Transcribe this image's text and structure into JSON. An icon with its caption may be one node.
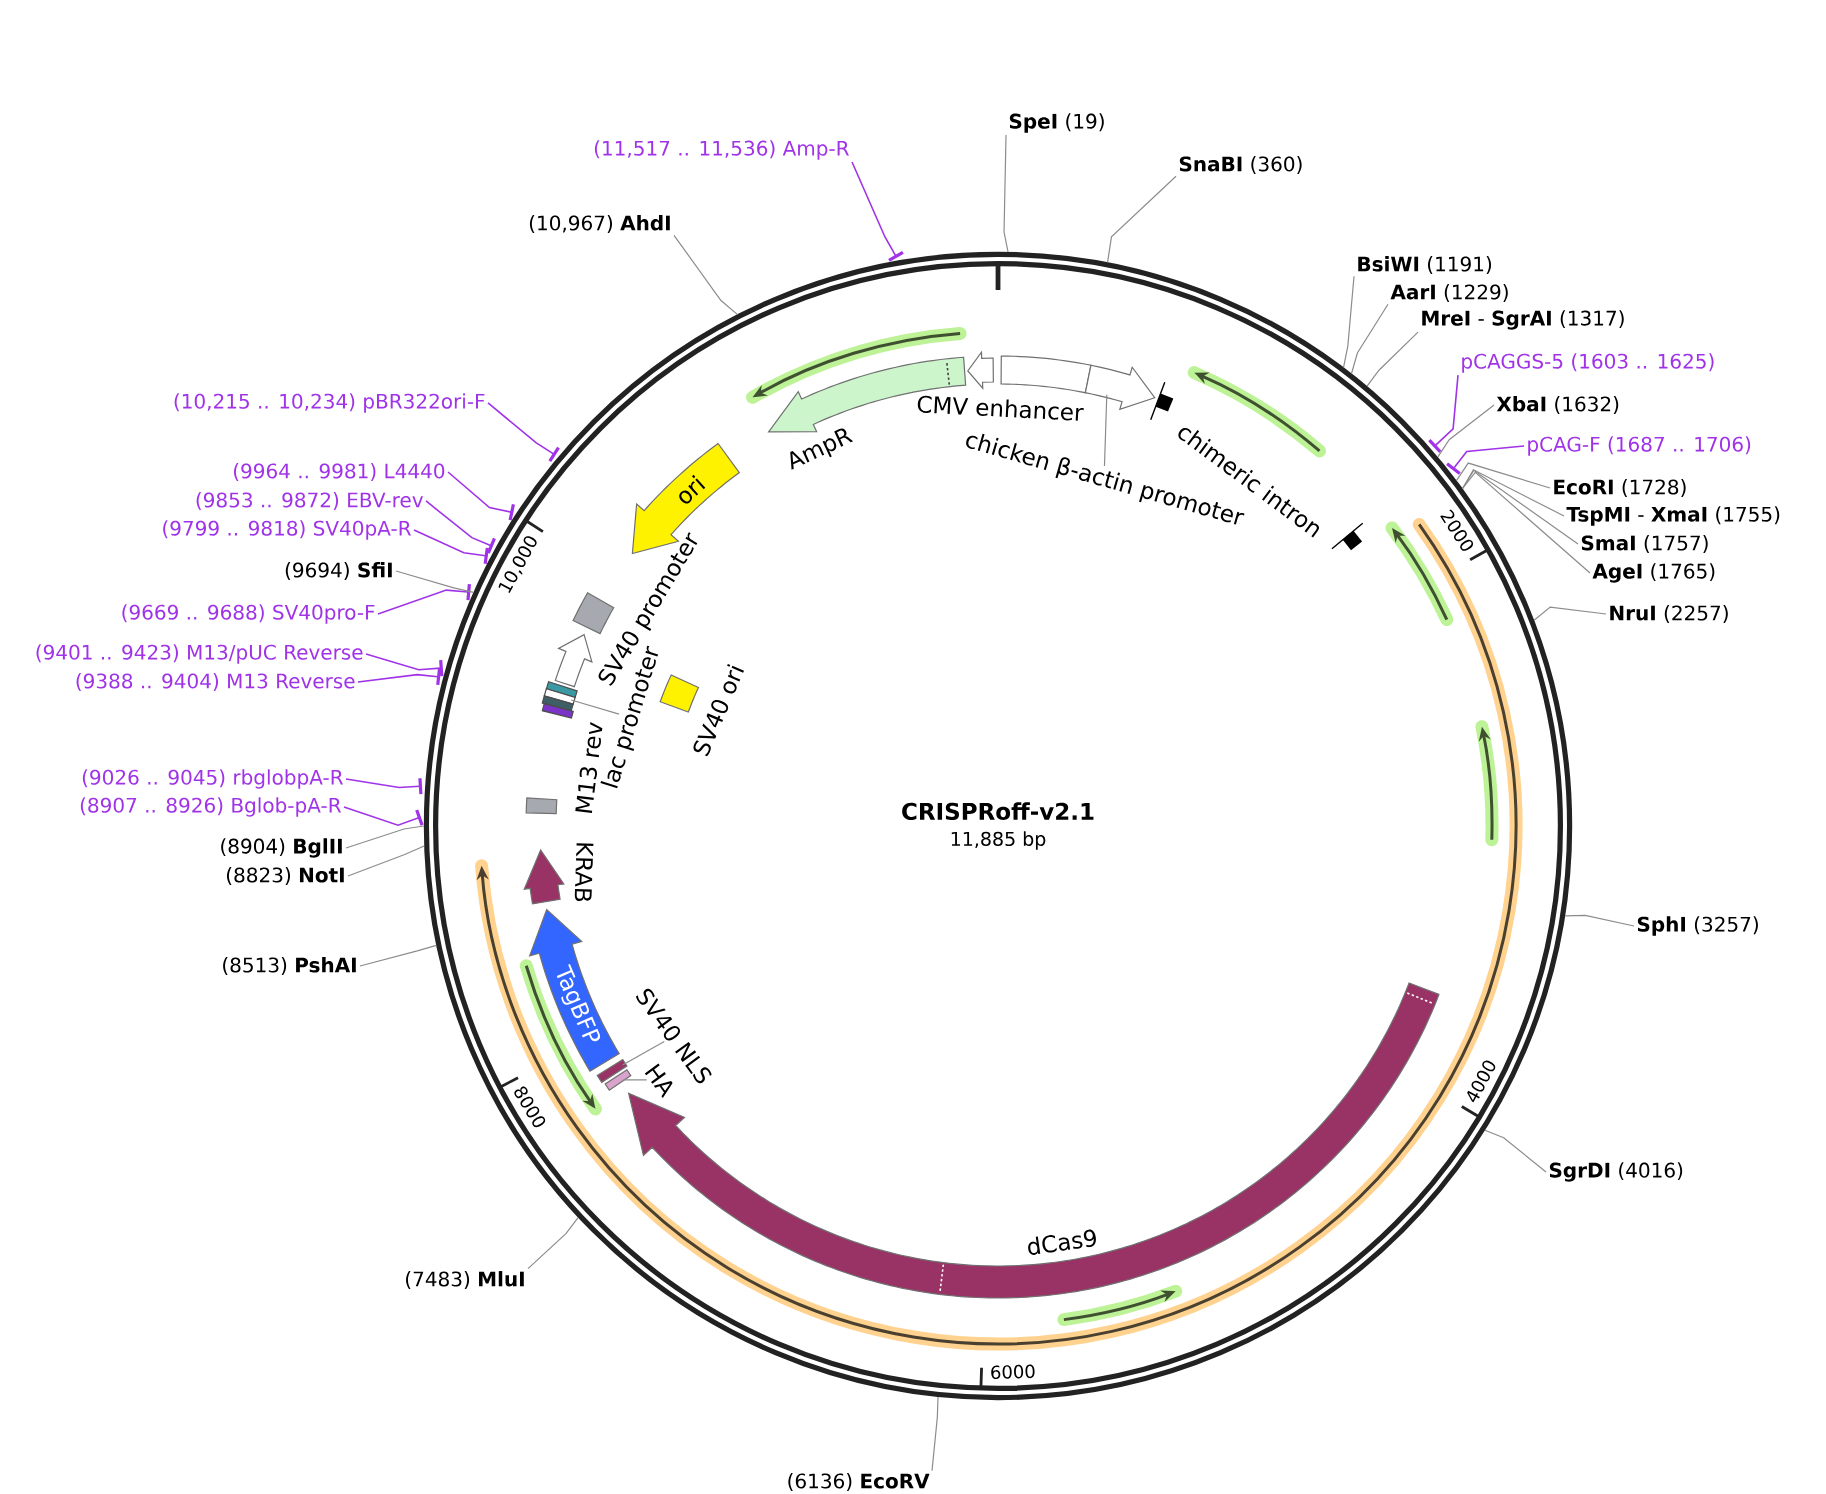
{
  "diagram": {
    "nodes": [
      {
        "text": [
          "CRISPRoff-v2.1",
          "11,885 bp"
        ]
      },
      {
        "text": [
          "**SpeI** (19)"
        ]
      },
      {
        "text": [
          "**SnaBI** (360)"
        ]
      },
      {
        "text": [
          "**BsiWI** (1191)"
        ]
      },
      {
        "text": [
          "**AarI** (1229)"
        ]
      },
      {
        "text": [
          "**MreI** - **SgrAI** (1317)"
        ]
      },
      {
        "text": [
          "pCAGGS-5 (1603 .. 1625)"
        ]
      },
      {
        "text": [
          "**XbaI** (1632)"
        ]
      },
      {
        "text": [
          "pCAG-F (1687 .. 1706)"
        ]
      },
      {
        "text": [
          "**EcoRI** (1728)"
        ]
      },
      {
        "text": [
          "**TspMI** - **XmaI** (1755)"
        ]
      },
      {
        "text": [
          "**SmaI** (1757)"
        ]
      },
      {
        "text": [
          "**AgeI** (1765)"
        ]
      },
      {
        "text": [
          "**NruI** (2257)"
        ]
      },
      {
        "text": [
          "**SphI** (3257)"
        ]
      },
      {
        "text": [
          "**SgrDI** (4016)"
        ]
      },
      {
        "text": [
          "(6136) **EcoRV**"
        ]
      },
      {
        "text": [
          "(7483) **MluI**"
        ]
      },
      {
        "text": [
          "(8513) **PshAI**"
        ]
      },
      {
        "text": [
          "(8823) **NotI**"
        ]
      },
      {
        "text": [
          "(8904) **BglII**"
        ]
      },
      {
        "text": [
          "(8907 .. 8926) Bglob-pA-R"
        ]
      },
      {
        "text": [
          "(9026 .. 9045) rbglobpA-R"
        ]
      },
      {
        "text": [
          "(9388 .. 9404) M13 Reverse"
        ]
      },
      {
        "text": [
          "(9401 .. 9423) M13/pUC Reverse"
        ]
      },
      {
        "text": [
          "(9669 .. 9688) SV40pro-F"
        ]
      },
      {
        "text": [
          "(9694) **SfiI**"
        ]
      },
      {
        "text": [
          "(9799 .. 9818) SV40pA-R"
        ]
      },
      {
        "text": [
          "(9853 .. 9872) EBV-rev"
        ]
      },
      {
        "text": [
          "(9964 .. 9981) L4440"
        ]
      },
      {
        "text": [
          "(10,215 .. 10,234) pBR322ori-F"
        ]
      },
      {
        "text": [
          "(10,967) **AhdI**"
        ]
      },
      {
        "text": [
          "(11,517 .. 11,536) Amp-R"
        ]
      },
      {
        "text": [],
        "shape": "arrow",
        "in": 0,
        "beside": [
          "AmpR"
        ]
      },
      {
        "text": [],
        "shape": "arrow",
        "in": 0
      },
      {
        "text": [],
        "shape": "box",
        "in": 0,
        "beside": [
          "CMV enhancer"
        ]
      },
      {
        "text": [],
        "shape": "arrow",
        "in": 0
      },
      {
        "text": [
          "chicken β-actin promoter"
        ],
        "in": 0
      },
      {
        "text": [
          "ori"
        ],
        "in": 0
      },
      {
        "text": [],
        "shape": "box",
        "in": 0
      },
      {
        "text": [],
        "shape": "arrow",
        "in": 0,
        "beside": [
          "SV40 promoter"
        ]
      },
      {
        "text": [],
        "shape": "box",
        "in": 0,
        "beside": [
          "SV40 ori"
        ]
      },
      {
        "text": [],
        "shape": "box",
        "in": 0
      },
      {
        "text": [],
        "shape": "box",
        "in": 0
      },
      {
        "text": [
          "lac promoter"
        ],
        "in": 0
      },
      {
        "text": [],
        "shape": "box",
        "in": 0
      },
      {
        "text": [],
        "shape": "box",
        "in": 0,
        "beside": [
          "M13 rev"
        ]
      },
      {
        "text": [],
        "shape": "box",
        "in": 0
      },
      {
        "text": [],
        "shape": "arrow",
        "in": 0,
        "beside": [
          "KRAB"
        ]
      },
      {
        "text": [
          "TagBFP"
        ],
        "in": 0
      },
      {
        "text": [],
        "shape": "box",
        "in": 0
      },
      {
        "text": [
          "SV40 NLS"
        ],
        "in": 0
      },
      {
        "text": [],
        "shape": "box",
        "in": 0
      },
      {
        "text": [
          "HA"
        ],
        "in": 0
      },
      {
        "text": [],
        "shape": "arrow",
        "in": 0,
        "beside": [
          "dCas9"
        ]
      }
    ],
    "edges": [
      {
        "from": 1,
        "to": 0,
        "arrow": "none"
      },
      {
        "from": 2,
        "to": 0,
        "arrow": "none"
      },
      {
        "from": 3,
        "to": 0,
        "arrow": "none"
      },
      {
        "from": 4,
        "to": 0,
        "arrow": "none"
      },
      {
        "from": 5,
        "to": 0,
        "arrow": "none"
      },
      {
        "from": 6,
        "to": 0,
        "arrow": "other",
        "color": "#a033e8"
      },
      {
        "from": 7,
        "to": 0,
        "arrow": "none"
      },
      {
        "from": 8,
        "to": 0,
        "arrow": "other",
        "color": "#a033e8"
      },
      {
        "from": 9,
        "to": 0,
        "arrow": "none"
      },
      {
        "from": 10,
        "to": 0,
        "arrow": "none"
      },
      {
        "from": 11,
        "to": 0,
        "arrow": "none"
      },
      {
        "from": 12,
        "to": 0,
        "arrow": "none"
      },
      {
        "from": 13,
        "to": 0,
        "arrow": "none"
      },
      {
        "from": 14,
        "to": 0,
        "arrow": "none"
      },
      {
        "from": 15,
        "to": 0,
        "arrow": "none"
      },
      {
        "from": 16,
        "to": 0,
        "arrow": "none"
      },
      {
        "from": 17,
        "to": 0,
        "arrow": "none"
      },
      {
        "from": 18,
        "to": 0,
        "arrow": "none"
      },
      {
        "from": 19,
        "to": 0,
        "arrow": "none"
      },
      {
        "from": 20,
        "to": 0,
        "arrow": "none"
      },
      {
        "from": 21,
        "to": 0,
        "arrow": "other",
        "color": "#a033e8"
      },
      {
        "from": 22,
        "to": 0,
        "arrow": "other",
        "color": "#a033e8"
      },
      {
        "from": 23,
        "to": 0,
        "arrow": "other",
        "color": "#a033e8"
      },
      {
        "from": 24,
        "to": 0,
        "arrow": "other",
        "color": "#a033e8"
      },
      {
        "from": 25,
        "to": 0,
        "arrow": "other",
        "color": "#a033e8"
      },
      {
        "from": 26,
        "to": 0,
        "arrow": "none"
      },
      {
        "from": 27,
        "to": 0,
        "arrow": "other",
        "color": "#a033e8"
      },
      {
        "from": 28,
        "to": 0,
        "arrow": "other",
        "color": "#a033e8"
      },
      {
        "from": 29,
        "to": 0,
        "arrow": "other",
        "color": "#a033e8"
      },
      {
        "from": 30,
        "to": 0,
        "arrow": "other",
        "color": "#a033e8"
      },
      {
        "from": 31,
        "to": 0,
        "arrow": "none"
      },
      {
        "from": 32,
        "to": 0,
        "arrow": "other",
        "color": "#a033e8"
      },
      {
        "from": 37,
        "to": 36,
        "arrow": "none"
      },
      {
        "from": 44,
        "to": 43,
        "arrow": "none"
      },
      {
        "from": 51,
        "to": 50,
        "arrow": "none"
      },
      {
        "from": 53,
        "to": 52,
        "arrow": "none"
      }
    ],
    "labels": [
      "chimeric intron",
      "2000",
      "10,000",
      "4000",
      "8000",
      "6000"
    ]
  }
}
